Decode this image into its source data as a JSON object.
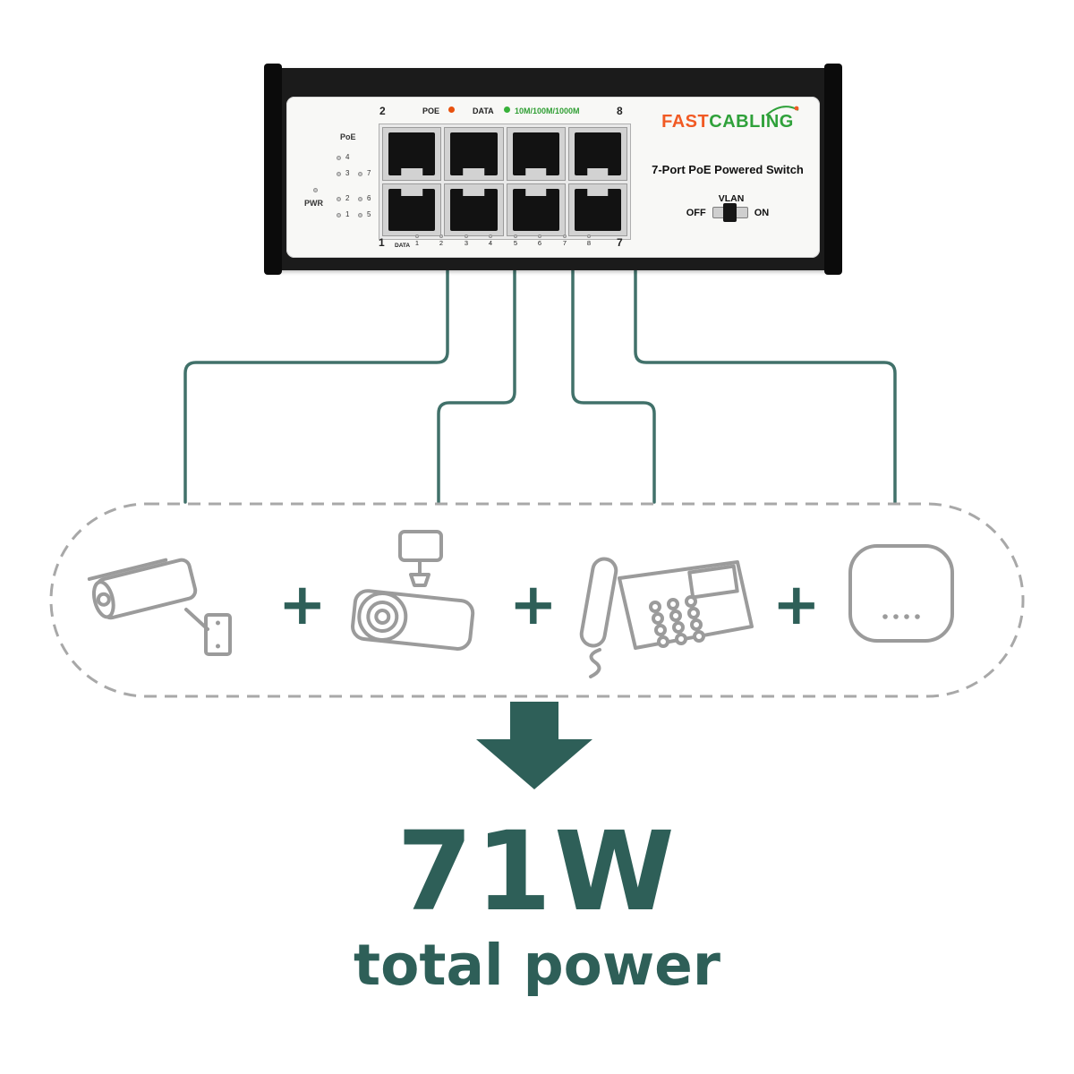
{
  "switch": {
    "top": {
      "left_port": "2",
      "poe": "POE",
      "data": "DATA",
      "speed": "10M/100M/1000M",
      "right_port": "8"
    },
    "leds": {
      "title": "PoE",
      "pwr": "PWR",
      "col1": [
        "4",
        "3",
        "2",
        "1"
      ],
      "col2": [
        "7",
        "6",
        "5"
      ]
    },
    "bottom": {
      "left_port": "1",
      "data": "DATA",
      "ports": [
        "1",
        "2",
        "3",
        "4",
        "5",
        "6",
        "7",
        "8"
      ],
      "right_port": "7"
    },
    "brand": {
      "fast": "FAST",
      "cabling": "CABLING"
    },
    "model": "7-Port PoE Powered Switch",
    "vlan": {
      "label": "VLAN",
      "off": "OFF",
      "on": "ON"
    }
  },
  "diagram": {
    "plus": "+",
    "devices": [
      "cctv-camera-icon",
      "bullet-camera-icon",
      "ip-phone-icon",
      "access-point-icon"
    ],
    "arrow": "down-arrow-icon"
  },
  "power": {
    "value": "71W",
    "caption": "total power"
  },
  "colors": {
    "teal": "#2E5F58",
    "line": "#41716A",
    "orange": "#F15A24",
    "green": "#2FA13A",
    "dash": "#A8A8A8",
    "icon": "#9B9B9B"
  }
}
